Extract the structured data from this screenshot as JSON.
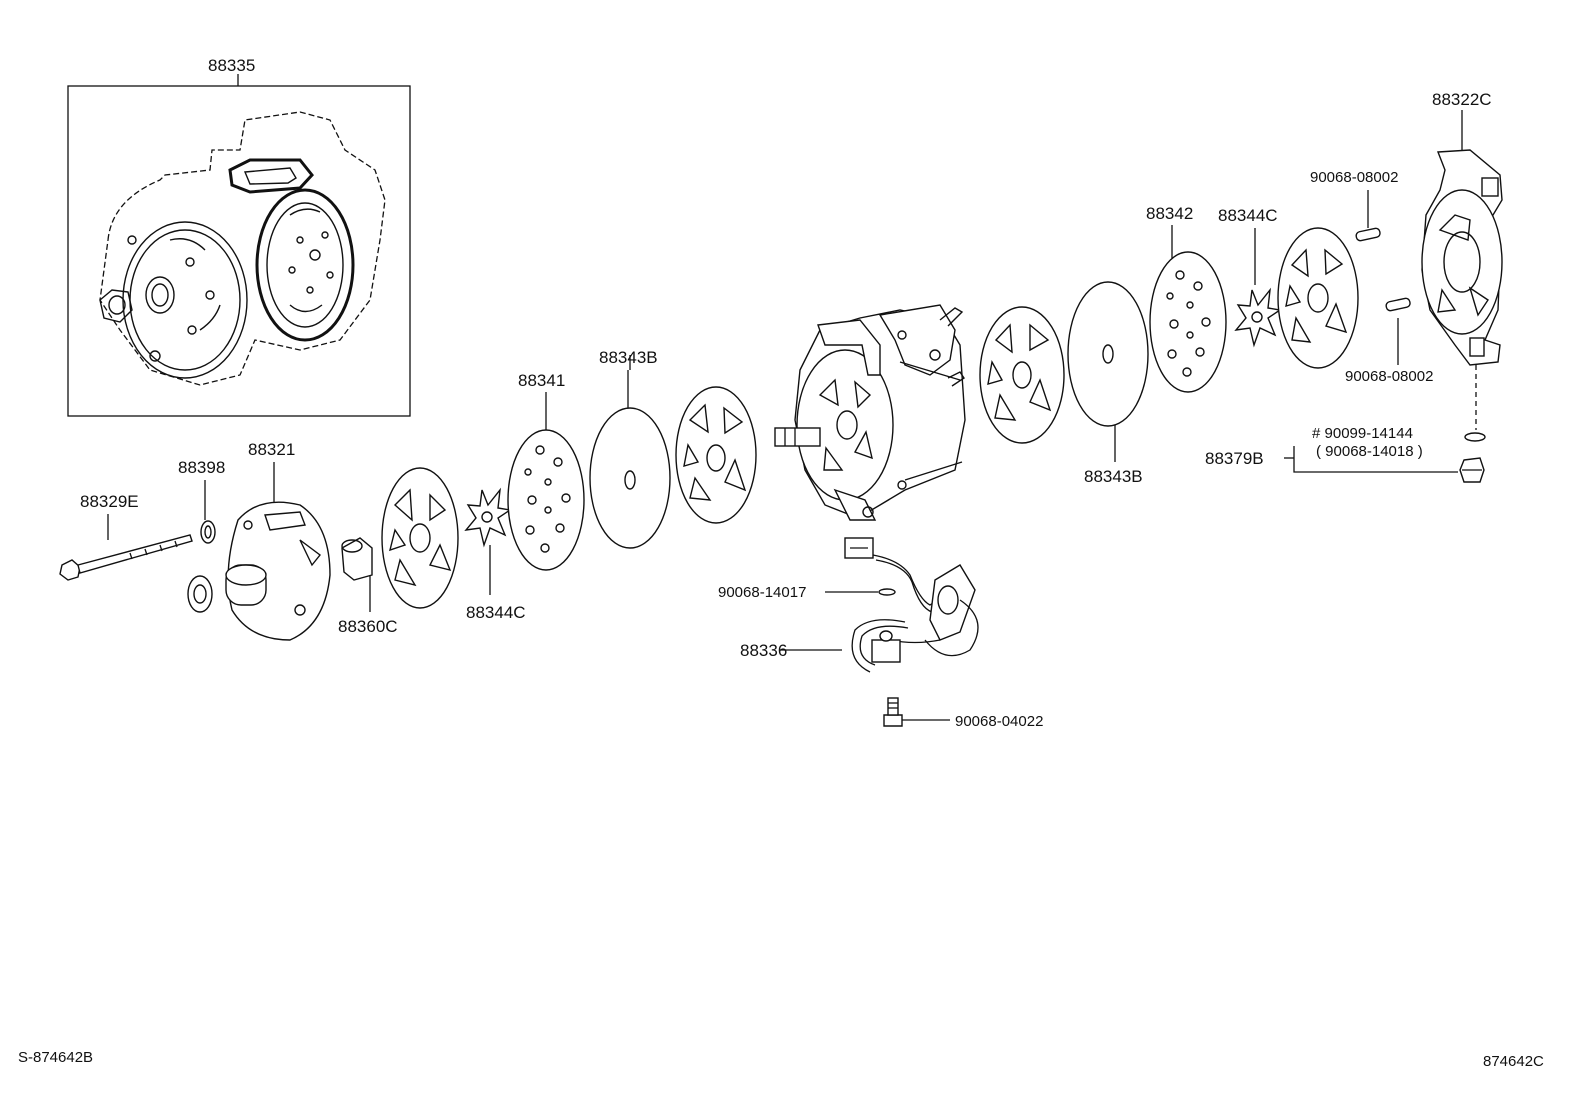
{
  "diagram": {
    "labels": {
      "p88335": "88335",
      "p88322C": "88322C",
      "p90068_08002_top": "90068-08002",
      "p90068_08002_bot": "90068-08002",
      "p88342": "88342",
      "p88344C_right": "88344C",
      "p88341": "88341",
      "p88343B_left": "88343B",
      "p88343B_right": "88343B",
      "p88321": "88321",
      "p88398": "88398",
      "p88329E": "88329E",
      "p88360C": "88360C",
      "p88344C_left": "88344C",
      "p90099_14144": "# 90099-14144",
      "p90068_14018": "( 90068-14018 )",
      "p88379B": "88379B",
      "p90068_14017": "90068-14017",
      "p88336": "88336",
      "p90068_04022": "90068-04022"
    },
    "footer": {
      "left_code": "S-874642B",
      "right_code": "874642C"
    }
  }
}
